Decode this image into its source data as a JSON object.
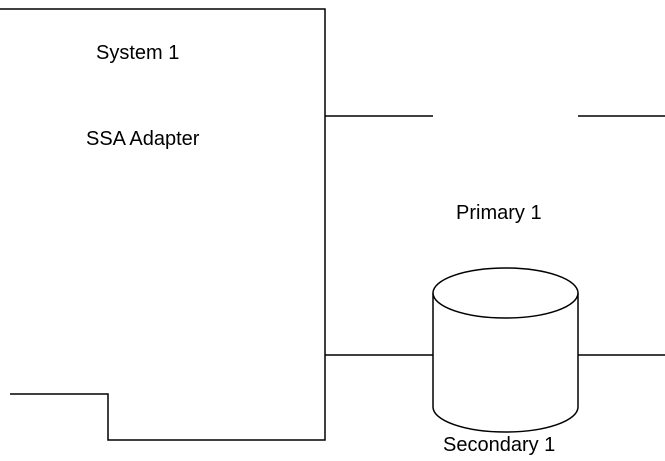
{
  "diagram": {
    "system_title": "System 1",
    "adapter_title": "SSA Adapter",
    "primary_label": "Primary 1",
    "secondary_label": "Secondary 1"
  },
  "colors": {
    "stroke": "#000000",
    "background": "#ffffff"
  }
}
